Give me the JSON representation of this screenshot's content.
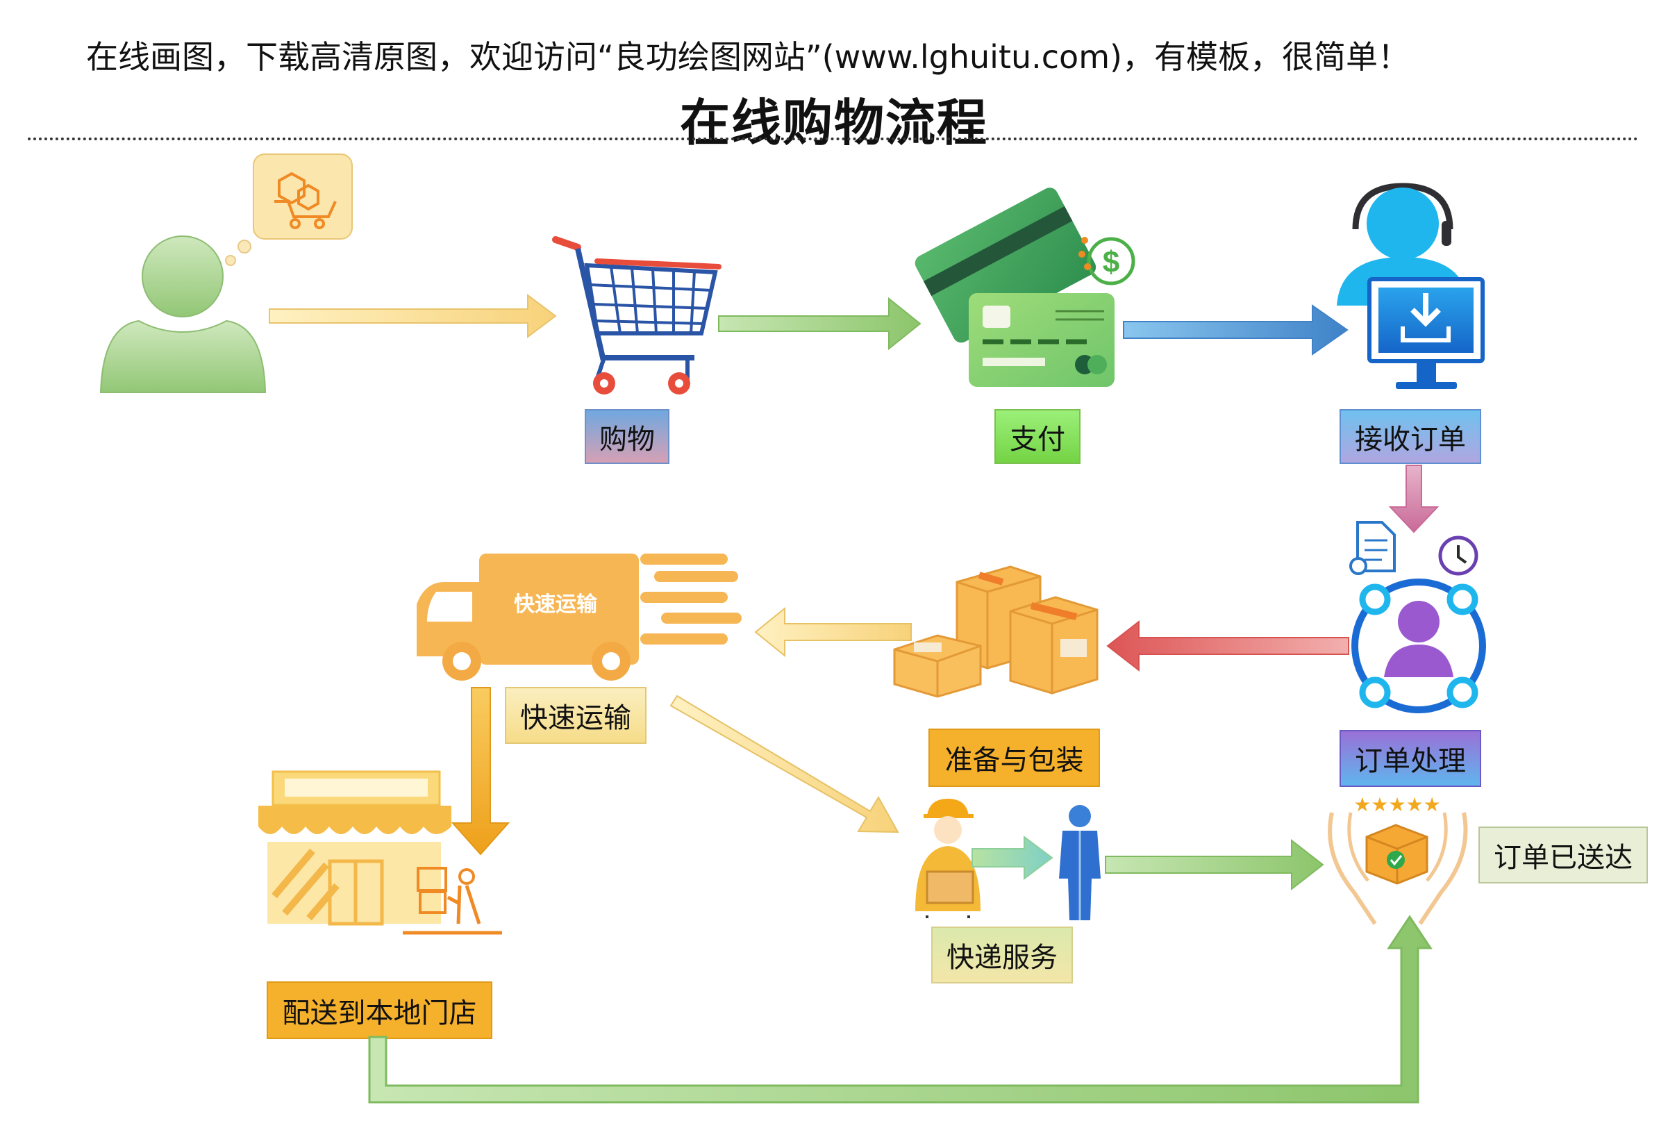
{
  "header_note": "在线画图，下载高清原图，欢迎访问“良功绘图网站”(www.lghuitu.com)，有模板，很简单！",
  "title": "在线购物流程",
  "truck_text": "快速运输",
  "labels": {
    "shopping": "购物",
    "payment": "支付",
    "receive_order": "接收订单",
    "order_processing": "订单处理",
    "prepare_pack": "准备与包装",
    "fast_transport": "快速运输",
    "local_store": "配送到本地门店",
    "courier_service": "快递服务",
    "delivered": "订单已送达"
  },
  "colors": {
    "user_green": "#a6d38a",
    "arrow_yellow": "#f8d57a",
    "arrow_green": "#9ccd7a",
    "arrow_blue": "#4d97d3",
    "arrow_pink": "#d47fa6",
    "arrow_red": "#e06666",
    "arrow_orange": "#f2a81e",
    "box_orange": "#f5b44c",
    "label_shopping": "#7fa7d8",
    "label_payment": "#8ee35c",
    "label_receive": "#7fbde8",
    "label_processing": "#a675d6",
    "label_prepare": "#f7b42c",
    "label_transport": "#f9e7a2",
    "label_store": "#f7b42c",
    "label_courier": "#e4ecb8",
    "label_delivered": "#e8efd6"
  }
}
